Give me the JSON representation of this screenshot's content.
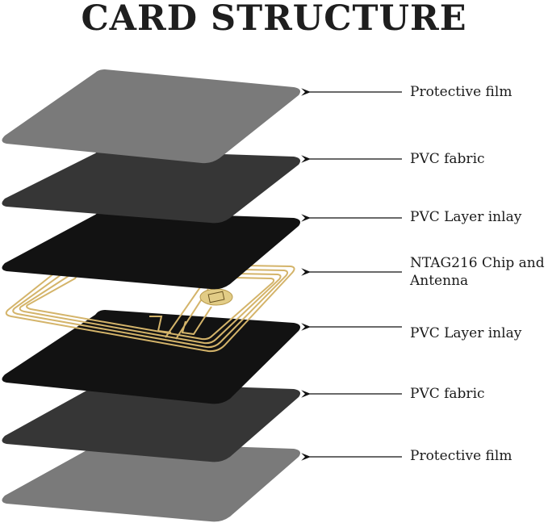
{
  "title": "CARD STRUCTURE",
  "layers": [
    {
      "id": "protective-film-top",
      "label": "Protective film",
      "color": "#7a7a7a"
    },
    {
      "id": "pvc-fabric-top",
      "label": "PVC fabric",
      "color": "#363636"
    },
    {
      "id": "pvc-layer-inlay-top",
      "label": "PVC Layer inlay",
      "color": "#121212"
    },
    {
      "id": "chip-antenna",
      "label_line1": "NTAG216 Chip and",
      "label_line2": "Antenna",
      "color": "#d4b46a"
    },
    {
      "id": "pvc-layer-inlay-bottom",
      "label": "PVC Layer inlay",
      "color": "#121212"
    },
    {
      "id": "pvc-fabric-bottom",
      "label": "PVC fabric",
      "color": "#363636"
    },
    {
      "id": "protective-film-bottom",
      "label": "Protective film",
      "color": "#7a7a7a"
    }
  ]
}
